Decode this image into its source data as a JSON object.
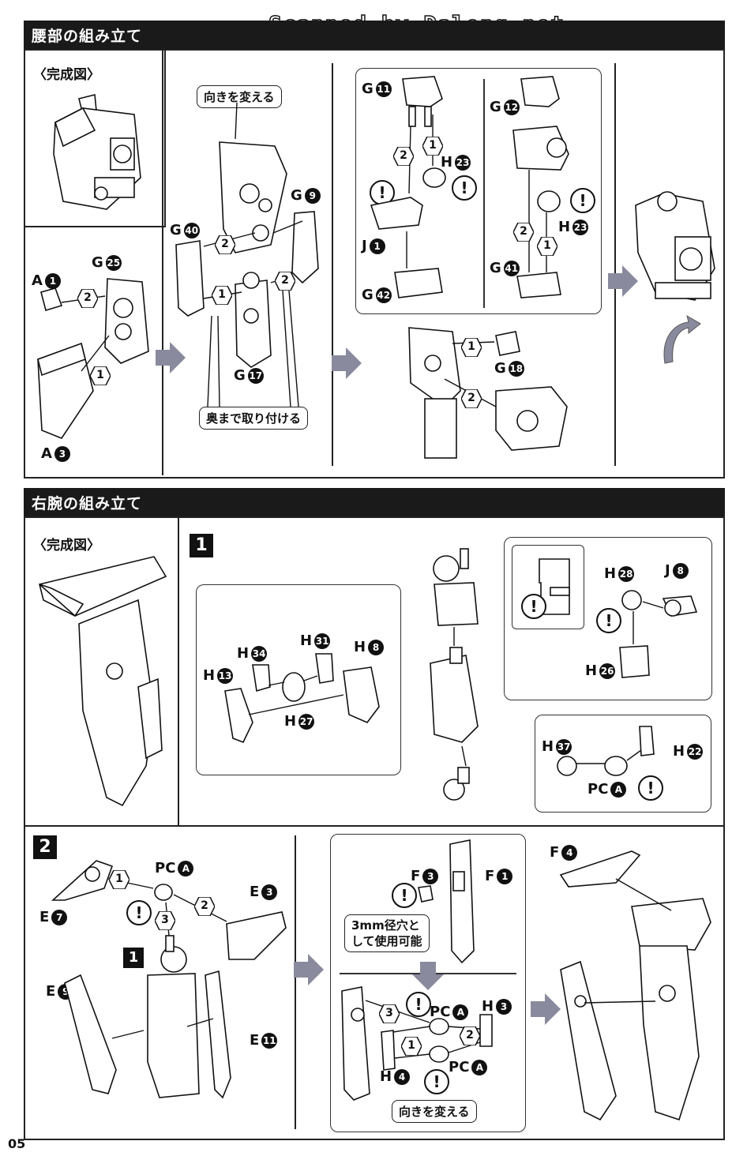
{
  "watermark": "Scanned by Dalong.net",
  "page_number": "05",
  "waist": {
    "title": "腰部の組み立て",
    "completed_label": "〈完成図〉",
    "note_turn": "向きを変える",
    "note_attach": "奥まで取り付ける",
    "parts": {
      "a1": {
        "letter": "A",
        "num": "1"
      },
      "a3": {
        "letter": "A",
        "num": "3"
      },
      "g25": {
        "letter": "G",
        "num": "25"
      },
      "g40": {
        "letter": "G",
        "num": "40"
      },
      "g9": {
        "letter": "G",
        "num": "9"
      },
      "g17": {
        "letter": "G",
        "num": "17"
      },
      "g11": {
        "letter": "G",
        "num": "11"
      },
      "h23a": {
        "letter": "H",
        "num": "23"
      },
      "j1": {
        "letter": "J",
        "num": "1"
      },
      "g42": {
        "letter": "G",
        "num": "42"
      },
      "g12": {
        "letter": "G",
        "num": "12"
      },
      "h23b": {
        "letter": "H",
        "num": "23"
      },
      "g41": {
        "letter": "G",
        "num": "41"
      },
      "g18": {
        "letter": "G",
        "num": "18"
      }
    },
    "steps": {
      "s1": "1",
      "s2": "2"
    }
  },
  "right_arm": {
    "title": "右腕の組み立て",
    "completed_label": "〈完成図〉",
    "step1": "1",
    "step2": "2",
    "note_hole": "3mm径穴と\nして使用可能",
    "note_turn": "向きを変える",
    "parts": {
      "h28": {
        "letter": "H",
        "num": "28"
      },
      "j8": {
        "letter": "J",
        "num": "8"
      },
      "h26": {
        "letter": "H",
        "num": "26"
      },
      "h34": {
        "letter": "H",
        "num": "34"
      },
      "h31": {
        "letter": "H",
        "num": "31"
      },
      "h8": {
        "letter": "H",
        "num": "8"
      },
      "h13": {
        "letter": "H",
        "num": "13"
      },
      "h27": {
        "letter": "H",
        "num": "27"
      },
      "h37": {
        "letter": "H",
        "num": "37"
      },
      "h22": {
        "letter": "H",
        "num": "22"
      },
      "pca1": {
        "letter": "PC",
        "num": "A"
      },
      "e7": {
        "letter": "E",
        "num": "7"
      },
      "pca2": {
        "letter": "PC",
        "num": "A"
      },
      "e3": {
        "letter": "E",
        "num": "3"
      },
      "e9": {
        "letter": "E",
        "num": "9"
      },
      "e11": {
        "letter": "E",
        "num": "11"
      },
      "f3": {
        "letter": "F",
        "num": "3"
      },
      "f1": {
        "letter": "F",
        "num": "1"
      },
      "f4": {
        "letter": "F",
        "num": "4"
      },
      "pca3": {
        "letter": "PC",
        "num": "A"
      },
      "h3": {
        "letter": "H",
        "num": "3"
      },
      "h4": {
        "letter": "H",
        "num": "4"
      },
      "pca4": {
        "letter": "PC",
        "num": "A"
      }
    }
  }
}
